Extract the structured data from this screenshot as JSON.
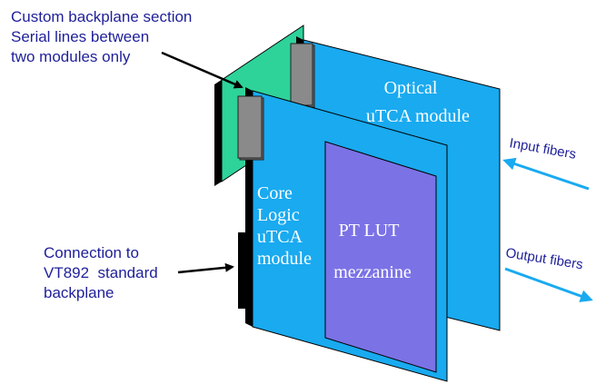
{
  "callouts": {
    "backplane_section": {
      "line1": "Custom backplane section",
      "line2": "Serial lines between",
      "line3": "two modules only"
    },
    "standard_backplane": {
      "line1": "Connection to",
      "line2": "VT892  standard",
      "line3": "backplane"
    }
  },
  "optical_module": {
    "line1": "Optical",
    "line2": "uTCA module"
  },
  "core_module": {
    "line1": "Core",
    "line2": "Logic",
    "line3": "uTCA",
    "line4": "module"
  },
  "mezzanine": {
    "line1": "PT LUT",
    "line2": "mezzanine"
  },
  "fibers": {
    "input": "Input fibers",
    "output": "Output fibers"
  },
  "colors": {
    "board": "#19aaf0",
    "mezzanine": "#7b72e6",
    "custom_backplane": "#2ed39a",
    "connector": "#6f6f6f",
    "label_text": "#1f1f9a",
    "fiber_arrow": "#19aaf0"
  }
}
